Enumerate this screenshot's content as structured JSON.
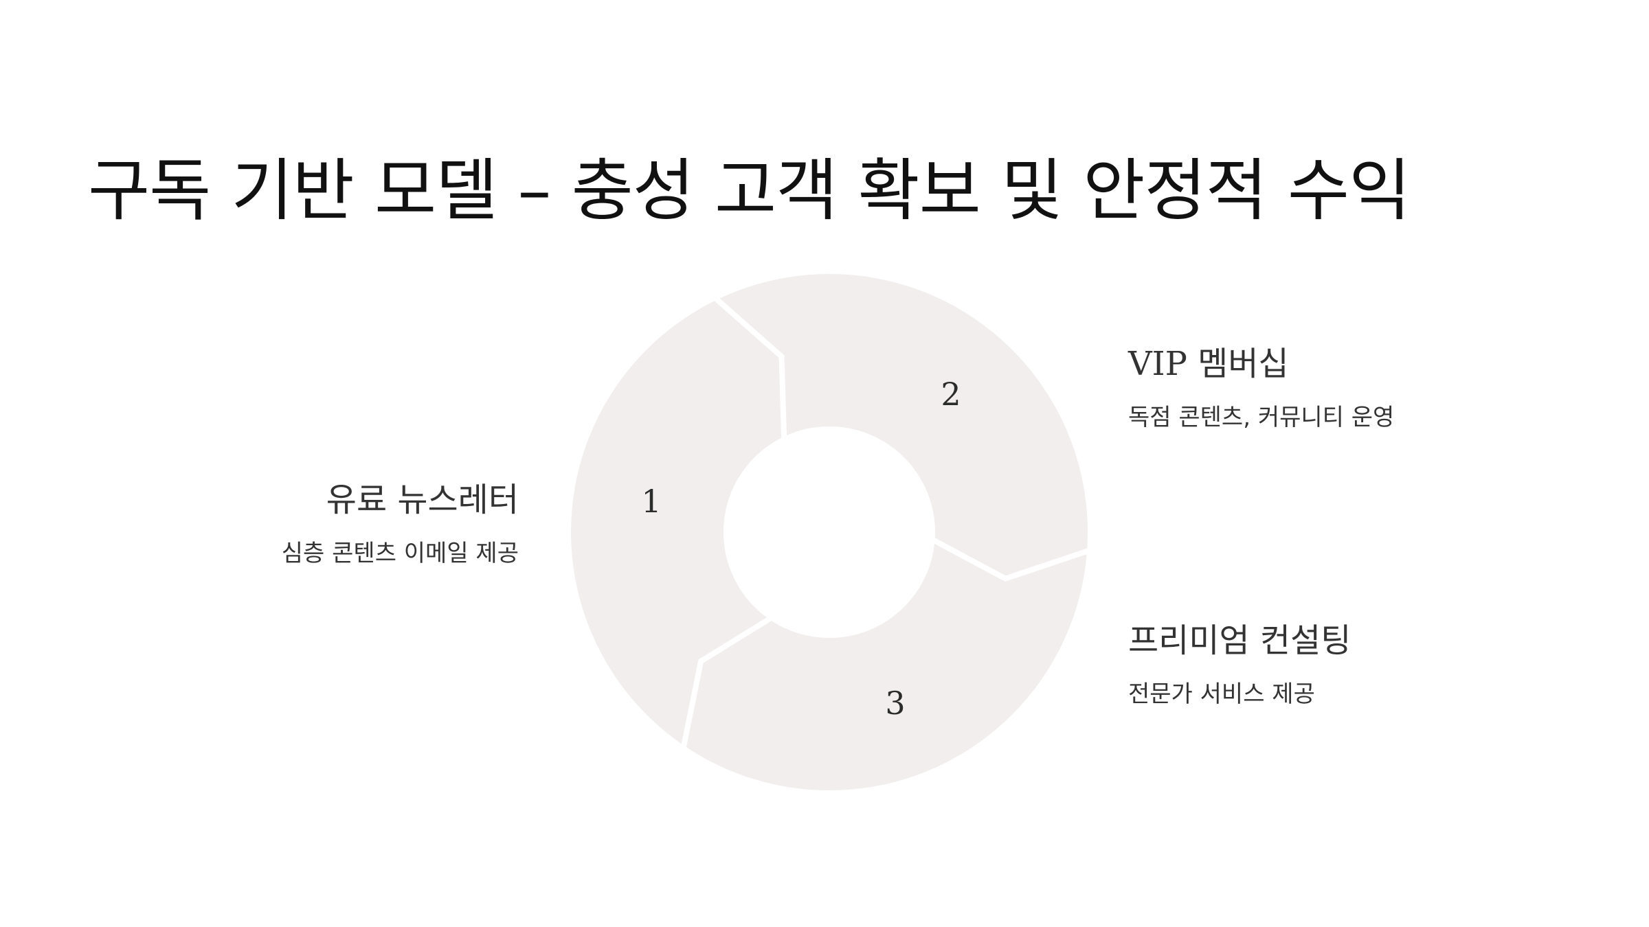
{
  "slide": {
    "title": "구독 기반 모델 – 충성 고객 확보 및 안정적 수익"
  },
  "colors": {
    "segment_fill": "#f1eeed",
    "segment_gap": "#ffffff",
    "text": "#333333"
  },
  "cycle": {
    "segments": [
      {
        "number": "1",
        "heading": "유료 뉴스레터",
        "description": "심층 콘텐츠 이메일 제공"
      },
      {
        "number": "2",
        "heading": "VIP 멤버십",
        "description": "독점 콘텐츠, 커뮤니티 운영"
      },
      {
        "number": "3",
        "heading": "프리미엄 컨설팅",
        "description": "전문가 서비스 제공"
      }
    ]
  }
}
